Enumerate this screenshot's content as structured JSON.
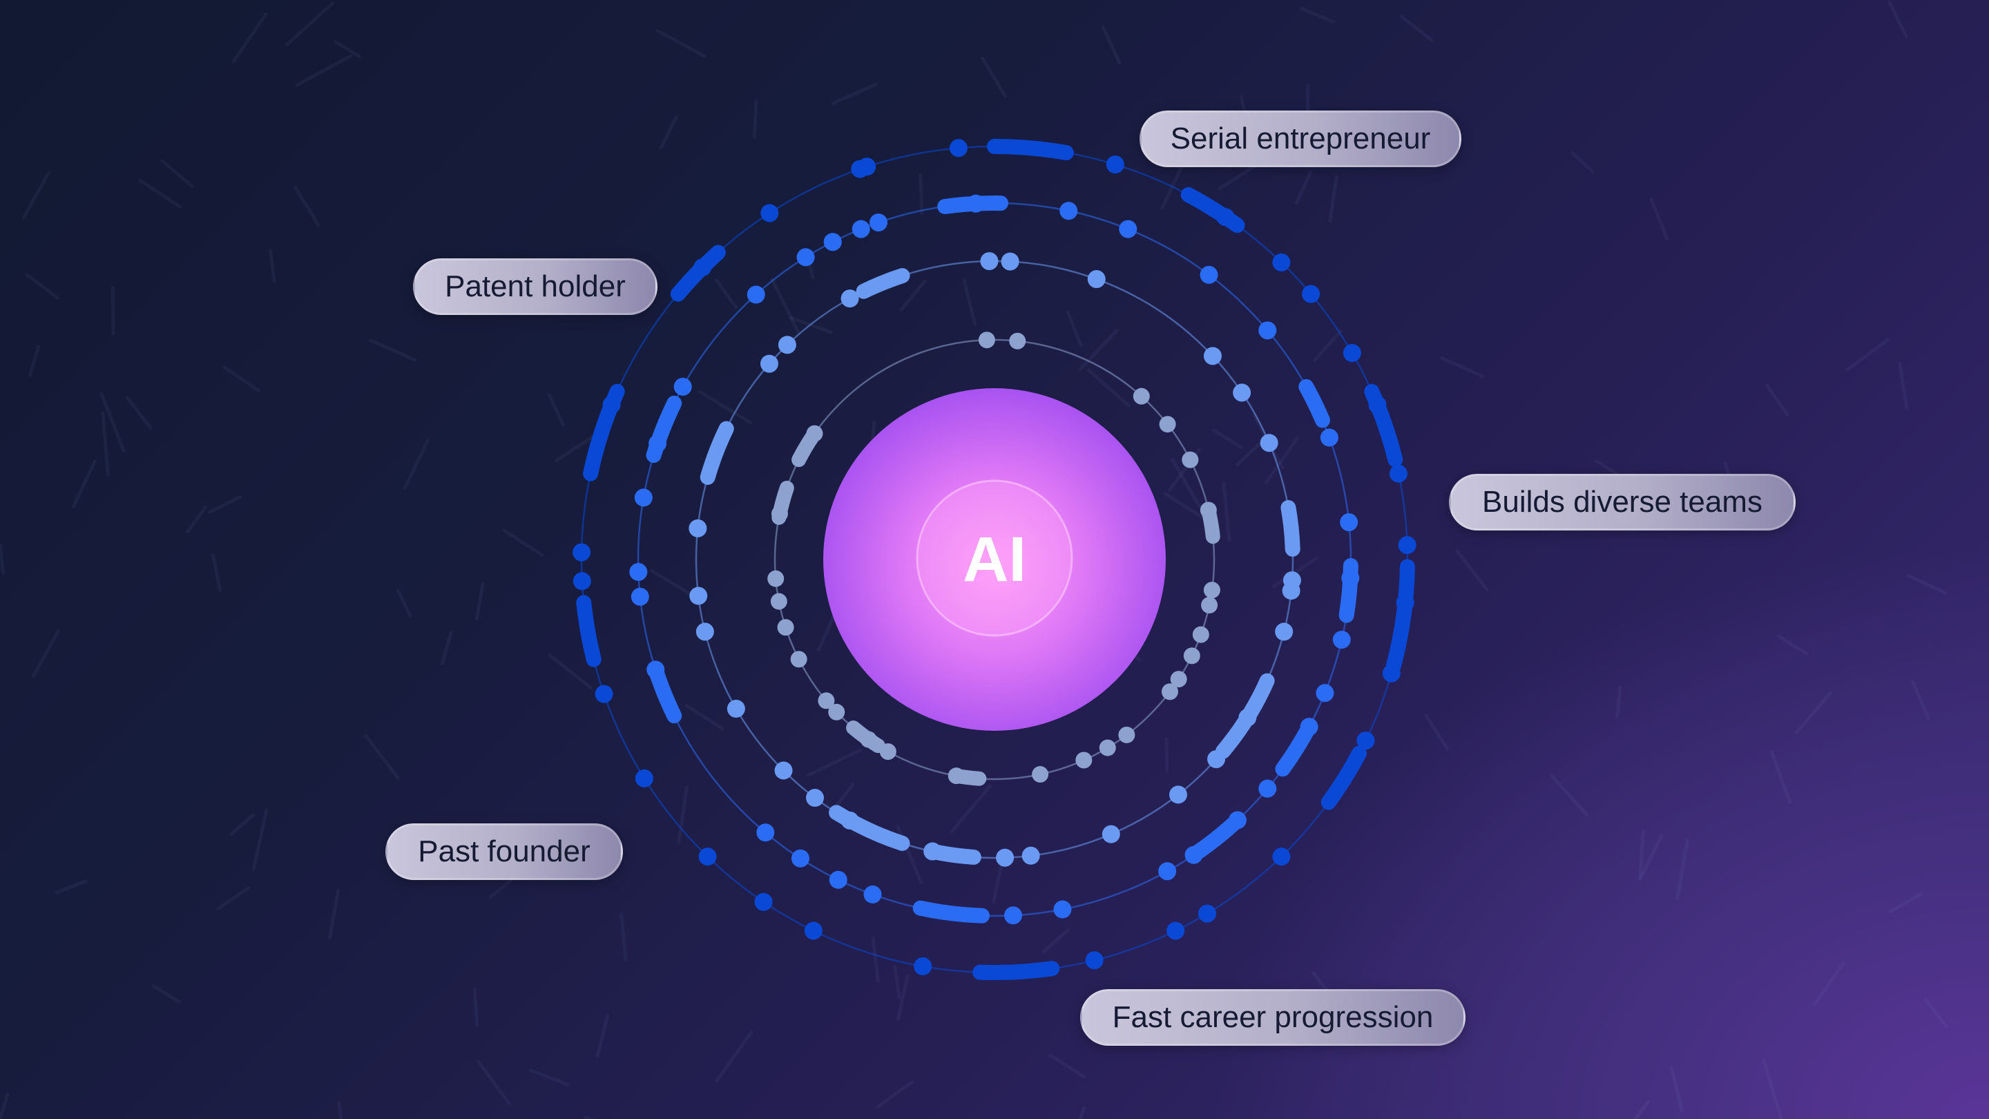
{
  "center": {
    "label": "AI"
  },
  "tags": [
    {
      "label": "Serial entrepreneur"
    },
    {
      "label": "Patent holder"
    },
    {
      "label": "Builds diverse teams"
    },
    {
      "label": "Past founder"
    },
    {
      "label": "Fast career progression"
    }
  ],
  "colors": {
    "ring_outer": "#0a48d6",
    "ring_second": "#2b6cf5",
    "ring_third": "#6b9af2",
    "ring_inner": "#8ea2cf",
    "core_light": "#ff9ef8",
    "core_dark": "#a24ef0"
  }
}
